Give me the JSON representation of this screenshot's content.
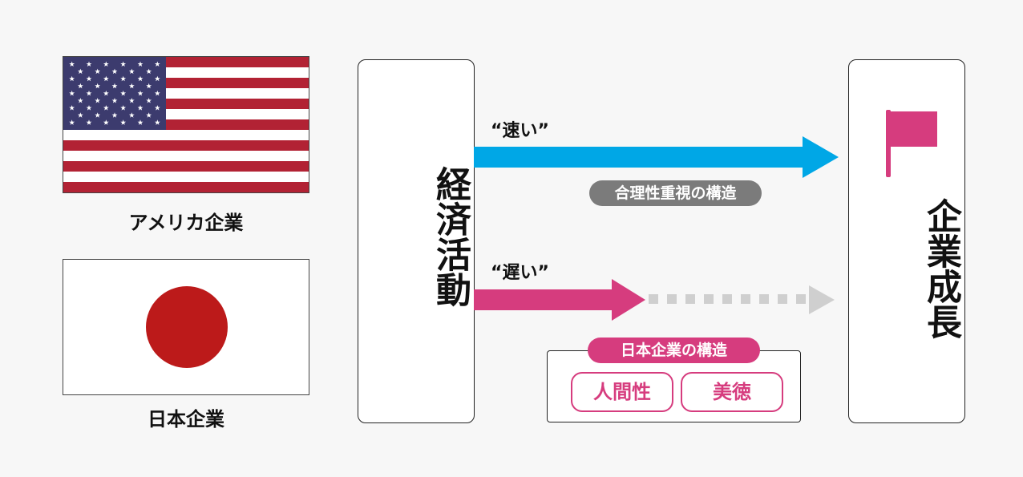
{
  "left": {
    "us": {
      "caption": "アメリカ企業",
      "flag_icon": "us-flag-icon"
    },
    "jp": {
      "caption": "日本企業",
      "flag_icon": "japan-flag-icon"
    }
  },
  "center": {
    "label": "経済活動"
  },
  "right": {
    "label": "企業成長",
    "flag_icon": "pink-flag-icon"
  },
  "fast": {
    "quote": "“速い”",
    "pill": "合理性重視の構造",
    "arrow_color": "#00a7e6",
    "pill_color": "#7b7b7b"
  },
  "slow": {
    "quote": "“遅い”",
    "pill": "日本企業の構造",
    "values": [
      "人間性",
      "美徳"
    ],
    "arrow_color": "#d63c7e",
    "dotted_color": "#cfcfcf"
  },
  "colors": {
    "us_red": "#b22234",
    "us_blue": "#3c3b6e",
    "jp_red": "#bc1a1a",
    "accent_pink": "#d63c7e"
  }
}
